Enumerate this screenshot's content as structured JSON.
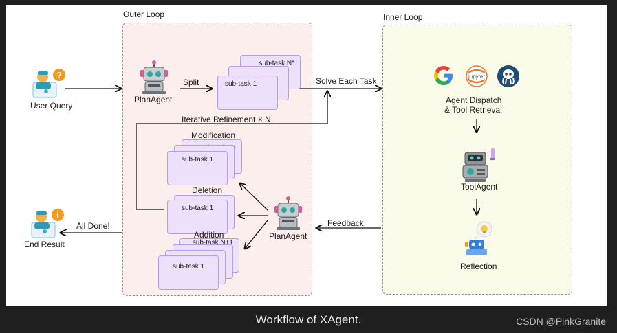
{
  "outer_loop_label": "Outer Loop",
  "inner_loop_label": "Inner Loop",
  "user_query": "User Query",
  "end_result": "End Result",
  "plan_agent_top": "PlanAgent",
  "plan_agent_bottom": "PlanAgent",
  "split": "Split",
  "solve_each_task": "Solve Each Task",
  "iterative_refinement": "Iterative Refinement × N",
  "all_done": "All Done!",
  "feedback": "Feedback",
  "modification": "Modification",
  "deletion": "Deletion",
  "addition": "Addition",
  "subtask_1": "sub-task 1",
  "subtask_n": "sub-task N*",
  "subtask_n1": "sub-task N+1",
  "agent_dispatch_line1": "Agent Dispatch",
  "agent_dispatch_line2": "& Tool Retrieval",
  "tool_agent": "ToolAgent",
  "reflection": "Reflection",
  "jupyter_logo_text": "jupyter",
  "caption": "Workflow of XAgent.",
  "watermark": "CSDN @PinkGranite",
  "colors": {
    "outer_loop_bg": "#fdeeee",
    "inner_loop_bg": "#fbfbe9",
    "card_fill": "#ece0fb",
    "card_border": "#b49ce8",
    "robot_teal": "#2fa8a0",
    "robot_body": "#c9cdd3"
  },
  "icons": [
    "user-with-question-icon",
    "user-with-info-icon",
    "robot-icon",
    "google-icon",
    "jupyter-icon",
    "octopus-icon",
    "tool-robot-icon",
    "reflection-robot-icon"
  ]
}
